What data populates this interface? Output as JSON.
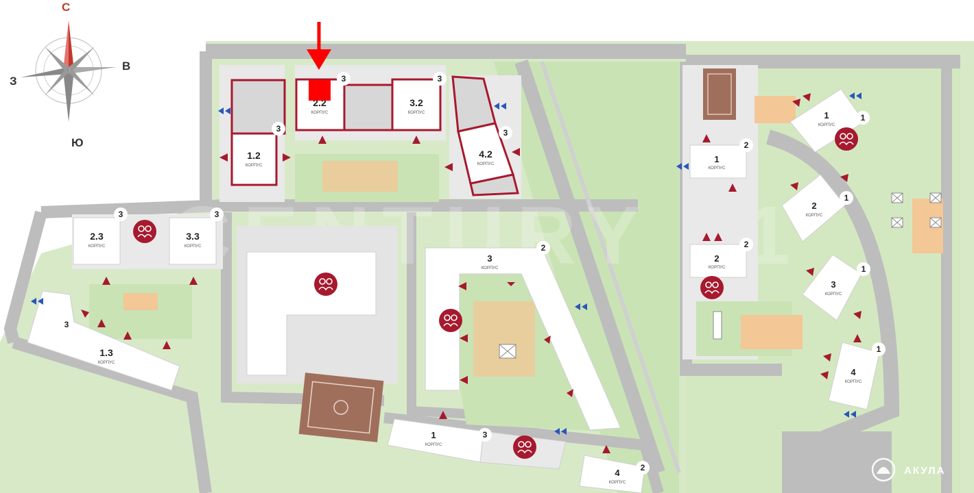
{
  "compass": {
    "north": "С",
    "east": "В",
    "south": "Ю",
    "west": "З"
  },
  "watermark": "CENTURY 21",
  "logo": {
    "text": "АКУЛА"
  },
  "colors": {
    "accent": "#a6192e",
    "road": "#b9b9b9",
    "green": "#c9e3b5",
    "plot": "#f1f1f1",
    "pitch": "#a06f5b",
    "blue": "#2a56b8"
  },
  "buildings": {
    "b12": {
      "num": "1.2",
      "sub": "КОРПУС",
      "sec": "3"
    },
    "b22": {
      "num": "2.2",
      "sub": "КОРПУС",
      "sec": "3"
    },
    "b32": {
      "num": "3.2",
      "sub": "КОРПУС",
      "sec": "3"
    },
    "b42": {
      "num": "4.2",
      "sub": "КОРПУС",
      "sec": "3"
    },
    "b23": {
      "num": "2.3",
      "sub": "КОРПУС",
      "sec": "3"
    },
    "b33": {
      "num": "3.3",
      "sub": "КОРПУС",
      "sec": "3"
    },
    "b13": {
      "num": "1.3",
      "sub": "КОРПУС",
      "sec": "3"
    },
    "b3c": {
      "num": "3",
      "sub": "КОРПУС",
      "sec": "2"
    },
    "b1c": {
      "num": "1",
      "sub": "КОРПУС",
      "sec": "3"
    },
    "b4c": {
      "num": "4",
      "sub": "КОРПУС",
      "sec": "2"
    },
    "r1a": {
      "num": "1",
      "sub": "КОРПУС",
      "sec": "2"
    },
    "r2a": {
      "num": "2",
      "sub": "КОРПУС",
      "sec": "2"
    },
    "r1b": {
      "num": "1",
      "sub": "КОРПУС",
      "sec": "1"
    },
    "r2b": {
      "num": "2",
      "sub": "КОРПУС",
      "sec": "1"
    },
    "r3b": {
      "num": "3",
      "sub": "КОРПУС",
      "sec": "1"
    },
    "r4b": {
      "num": "4",
      "sub": "КОРПУС",
      "sec": "1"
    }
  }
}
